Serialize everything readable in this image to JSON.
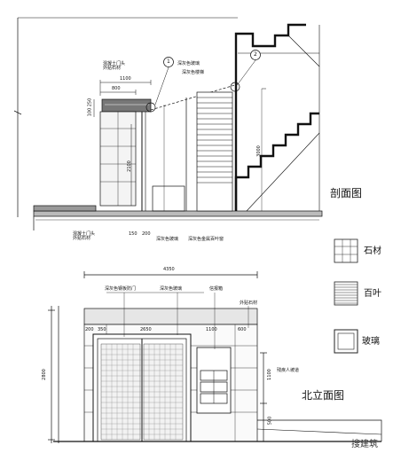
{
  "section_view": {
    "title": "剖面图",
    "callouts": [
      "1",
      "2"
    ],
    "annotations": {
      "stone_top": "混凝土门头\n外贴石材",
      "glass_canopy": "深灰色玻璃",
      "grey_stair": "深灰色楼梯",
      "stone_bottom": "混凝土门头\n外贴石材",
      "grey_glass_door": "深灰色玻璃",
      "grey_louver": "深灰色金属百叶窗"
    },
    "dims": {
      "width_top": "1100",
      "width_sub": "800",
      "left_h1": "250",
      "left_h2": "100",
      "mid_h": "2100",
      "stair_h": "3000",
      "bottom_a": "150",
      "bottom_b": "200"
    }
  },
  "legend": {
    "stone": "石材",
    "louver": "百叶",
    "glass": "玻璃"
  },
  "north_elevation": {
    "title": "北立面图",
    "annotations": {
      "door": "深灰色钢板防门",
      "glass": "深灰色玻璃",
      "mailbox": "信报箱",
      "stone": "外贴石材",
      "ramp": "残疾人坡道"
    },
    "dims": {
      "overall_width": "4350",
      "height": "2800",
      "seg1": "200",
      "seg2": "350",
      "seg3": "2650",
      "seg4": "1100",
      "seg5": "600",
      "right_h1": "1100",
      "right_h2": "500",
      "left_h": "2800"
    }
  },
  "watermark": "搜建筑"
}
